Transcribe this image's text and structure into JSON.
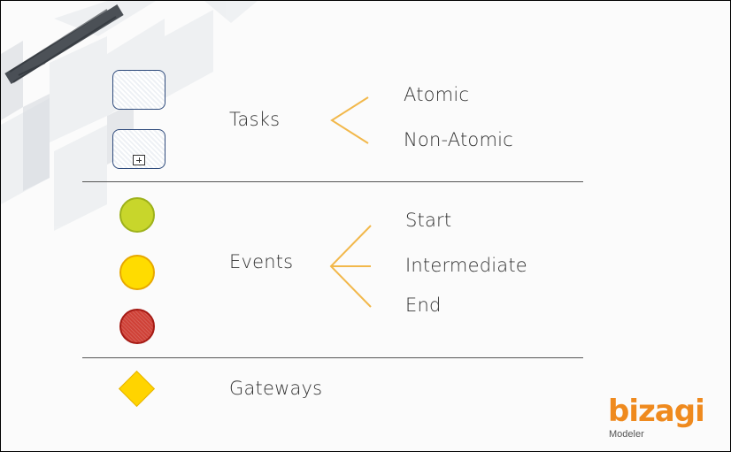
{
  "sections": {
    "tasks": {
      "label": "Tasks",
      "types": [
        "Atomic",
        "Non-Atomic"
      ]
    },
    "events": {
      "label": "Events",
      "types": [
        "Start",
        "Intermediate",
        "End"
      ]
    },
    "gateways": {
      "label": "Gateways"
    }
  },
  "colors": {
    "bracket": "#f2b84b",
    "start_event": "#c8d62b",
    "intermediate_event": "#ffdc00",
    "end_event": "#cf4137",
    "gateway": "#ffd400",
    "task_border": "#2f4b7c",
    "logo": "#ef8a1e"
  },
  "logo": {
    "name": "bizagi",
    "subtitle": "Modeler"
  }
}
